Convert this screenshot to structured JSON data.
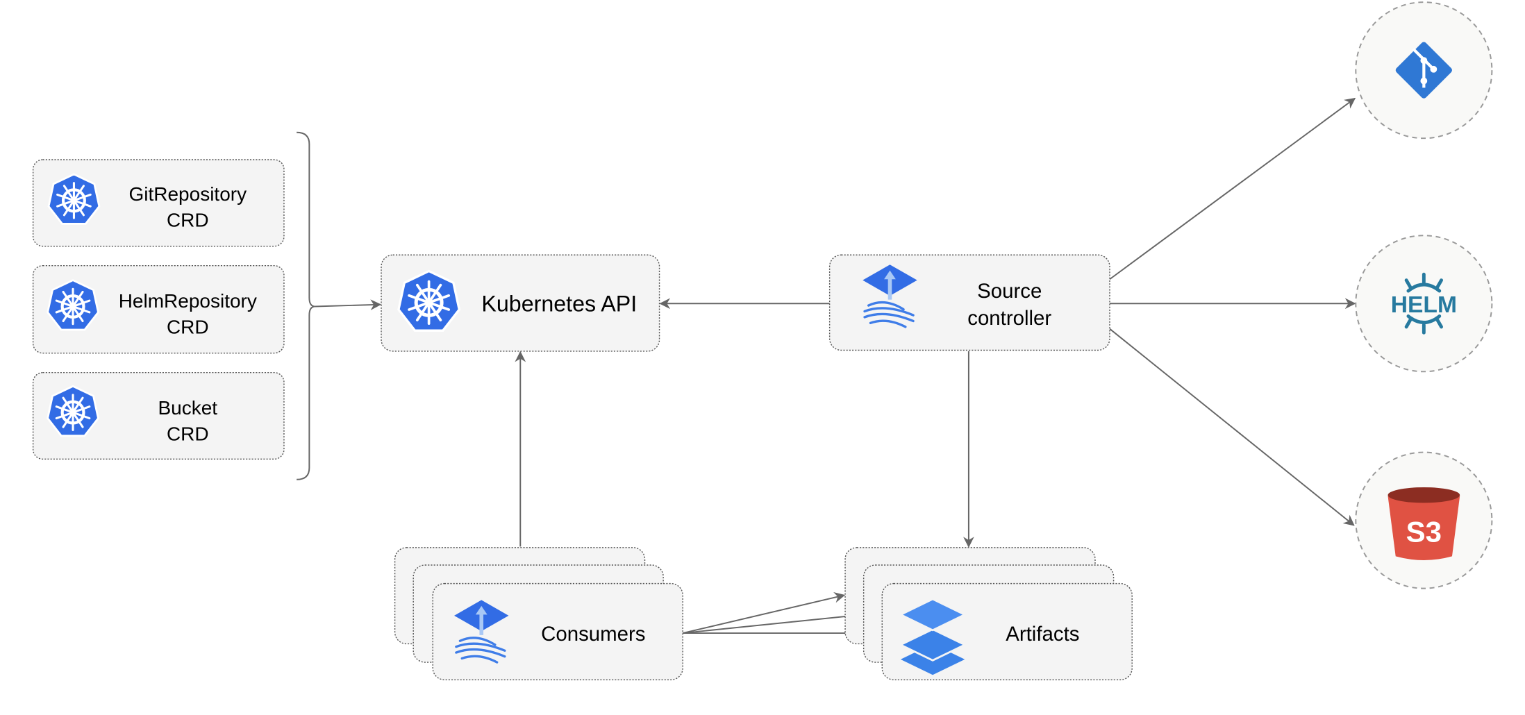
{
  "crds": [
    {
      "line1": "GitRepository",
      "line2": "CRD",
      "icon": "kubernetes-icon"
    },
    {
      "line1": "HelmRepository",
      "line2": "CRD",
      "icon": "kubernetes-icon"
    },
    {
      "line1": "Bucket",
      "line2": "CRD",
      "icon": "kubernetes-icon"
    }
  ],
  "kubernetes_api": {
    "label": "Kubernetes API",
    "icon": "kubernetes-icon"
  },
  "source_controller": {
    "line1": "Source",
    "line2": "controller",
    "icon": "flux-icon"
  },
  "consumers": {
    "label": "Consumers",
    "icon": "flux-icon"
  },
  "artifacts": {
    "label": "Artifacts",
    "icon": "layers-icon"
  },
  "sources": [
    {
      "icon": "git-icon",
      "color": "#2f78d4"
    },
    {
      "icon": "helm-icon",
      "label": "HELM",
      "color": "#277a9f"
    },
    {
      "icon": "s3-bucket-icon",
      "label": "S3",
      "color": "#e05243"
    }
  ],
  "colors": {
    "kubernetes": "#326ce5",
    "flux": "#3f7de8",
    "edge": "#666666"
  }
}
